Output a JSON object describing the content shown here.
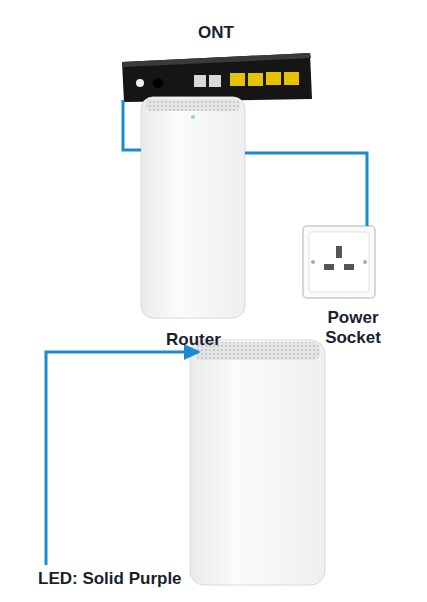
{
  "diagram": {
    "nodes": [
      {
        "text": [
          "ONT"
        ]
      },
      {
        "text": [
          "Router"
        ]
      },
      {
        "text": [
          "Power Socket"
        ]
      }
    ],
    "edges": [
      {
        "from": 0,
        "to": 1,
        "arrow": "none"
      },
      {
        "from": 1,
        "to": 2,
        "arrow": "none"
      }
    ],
    "labels": [
      "LED: Solid Purple"
    ]
  }
}
